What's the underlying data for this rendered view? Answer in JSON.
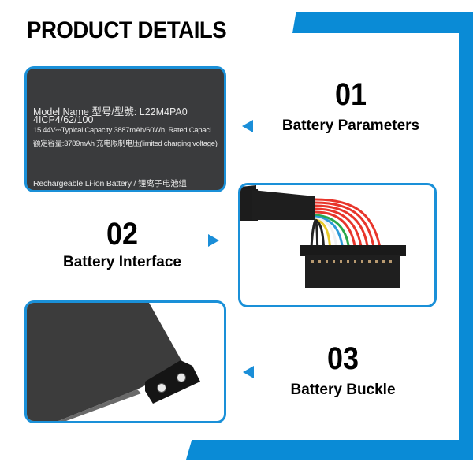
{
  "header": {
    "title": "PRODUCT DETAILS"
  },
  "colors": {
    "accent": "#0a8bd6",
    "panel_border": "#1a90d8",
    "label_bg": "#3a3b3d"
  },
  "features": [
    {
      "number": "01",
      "caption": "Battery Parameters",
      "arrow": "left-triangle"
    },
    {
      "number": "02",
      "caption": "Battery Interface",
      "arrow": "right-triangle"
    },
    {
      "number": "03",
      "caption": "Battery Buckle",
      "arrow": "left-triangle"
    }
  ],
  "battery_label": {
    "line1": "Model Name 型号/型號: L22M4PA0",
    "line2": "4ICP4/62/100",
    "line3": "15.44V⎓Typical Capacity 3887mAh/60Wh, Rated Capaci",
    "line4": "额定容量:3789mAh 充电限制电压(limited charging voltage)",
    "line5": "Rechargeable Li-ion Battery / 锂离子电池组"
  },
  "images": {
    "interface": "connector-cable-photo",
    "buckle": "battery-mounting-bracket-photo"
  }
}
